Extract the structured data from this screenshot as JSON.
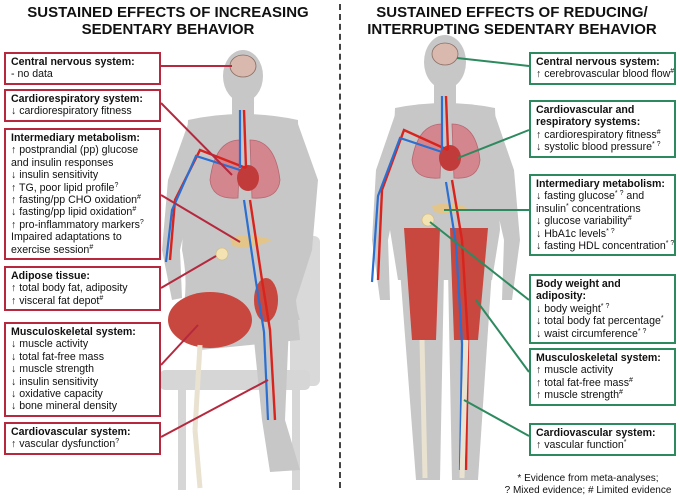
{
  "titles": {
    "left": "SUSTAINED EFFECTS OF INCREASING SEDENTARY BEHAVIOR",
    "right": "SUSTAINED EFFECTS OF REDUCING/ INTERRUPTING SEDENTARY BEHAVIOR"
  },
  "left_boxes": [
    {
      "heading": "Central nervous system:",
      "lines": [
        {
          "text": "-  no data",
          "mark": ""
        }
      ]
    },
    {
      "heading": "Cardiorespiratory system:",
      "lines": [
        {
          "text": "↓ cardiorespiratory fitness",
          "mark": ""
        }
      ]
    },
    {
      "heading": "Intermediary metabolism:",
      "lines": [
        {
          "text": "↑ postprandial (pp) glucose",
          "mark": ""
        },
        {
          "text": "and insulin responses",
          "mark": ""
        },
        {
          "text": "↓ insulin sensitivity",
          "mark": ""
        },
        {
          "text": "↑ TG, poor lipid profile",
          "mark": "?"
        },
        {
          "text": "↑ fasting/pp CHO oxidation",
          "mark": "#"
        },
        {
          "text": "↓ fasting/pp lipid oxidation",
          "mark": "#"
        },
        {
          "text": "↑ pro-inflammatory markers",
          "mark": "?"
        },
        {
          "text": "Impaired adaptations to",
          "mark": ""
        },
        {
          "text": "exercise session",
          "mark": "#"
        }
      ]
    },
    {
      "heading": "Adipose tissue:",
      "lines": [
        {
          "text": "↑ total body fat, adiposity",
          "mark": ""
        },
        {
          "text": "↑ visceral fat depot",
          "mark": "#"
        }
      ]
    },
    {
      "heading": "Musculoskeletal system:",
      "lines": [
        {
          "text": "↓ muscle activity",
          "mark": ""
        },
        {
          "text": "↓ total fat-free mass",
          "mark": ""
        },
        {
          "text": "↓ muscle strength",
          "mark": ""
        },
        {
          "text": "↓ insulin sensitivity",
          "mark": ""
        },
        {
          "text": "↓ oxidative capacity",
          "mark": ""
        },
        {
          "text": "↓ bone mineral density",
          "mark": ""
        }
      ]
    },
    {
      "heading": "Cardiovascular system:",
      "lines": [
        {
          "text": "↑ vascular dysfunction",
          "mark": "?"
        }
      ]
    }
  ],
  "right_boxes": [
    {
      "heading": "Central nervous system:",
      "lines": [
        {
          "text": "↑ cerebrovascular blood flow",
          "mark": "#"
        }
      ]
    },
    {
      "heading": "Cardiovascular and respiratory systems:",
      "lines": [
        {
          "text": "↑ cardiorespiratory fitness",
          "mark": "#"
        },
        {
          "text": "↓ systolic blood pressure",
          "mark": "* ?"
        }
      ]
    },
    {
      "heading": "Intermediary metabolism:",
      "lines": [
        {
          "text": "↓ fasting glucose",
          "mark": "* ?",
          "tail": " and"
        },
        {
          "text": "insulin",
          "mark": "*",
          "tail": " concentrations"
        },
        {
          "text": "↓ glucose variability",
          "mark": "#"
        },
        {
          "text": "↓ HbA1c levels",
          "mark": "* ?"
        },
        {
          "text": "↓ fasting HDL concentration",
          "mark": "* ?"
        }
      ]
    },
    {
      "heading": "Body weight and adiposity:",
      "lines": [
        {
          "text": "↓ body weight",
          "mark": "* ?"
        },
        {
          "text": "↓ total body fat percentage",
          "mark": "*"
        },
        {
          "text": "↓ waist circumference",
          "mark": "* ?"
        }
      ]
    },
    {
      "heading": "Musculoskeletal system:",
      "lines": [
        {
          "text": "↑ muscle activity",
          "mark": ""
        },
        {
          "text": "↑ total fat-free mass",
          "mark": "#"
        },
        {
          "text": "↑ muscle strength",
          "mark": "#"
        }
      ]
    },
    {
      "heading": "Cardiovascular system:",
      "lines": [
        {
          "text": "↑ vascular function",
          "mark": "*"
        }
      ]
    }
  ],
  "footnote": {
    "line1": "* Evidence from meta-analyses;",
    "line2_a": "? Mixed evidence; ",
    "line2_b": "# Limited evidence"
  },
  "colors": {
    "left_accent": "#b5283e",
    "right_accent": "#2d8a5f",
    "body_silhouette": "#c7c7c7",
    "muscle": "#c8473e",
    "artery": "#d9231d",
    "vein": "#2b6fd1"
  }
}
